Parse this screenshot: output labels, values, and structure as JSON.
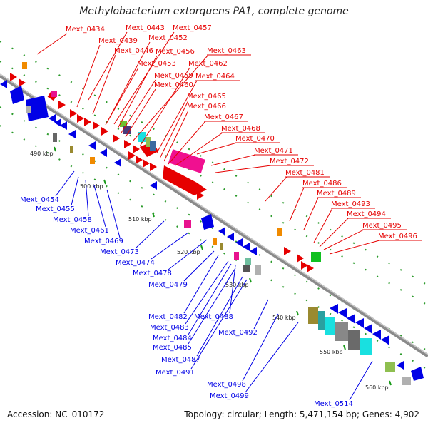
{
  "title": "Methylobacterium extorquens PA1, complete genome",
  "footer": {
    "accession": "Accession: NC_010172",
    "topology": "Topology: circular; Length: 5,471,154 bp; Genes: 4,902"
  },
  "colors": {
    "forward": "#e60000",
    "reverse": "#0000e6",
    "backbone": "#888888",
    "ticks": "#1a9a1a"
  },
  "ticks": [
    "490 kbp",
    "500 kbp",
    "510 kbp",
    "520 kbp",
    "530 kbp",
    "540 kbp",
    "550 kbp",
    "560 kbp"
  ],
  "forward_labels": [
    "Mext_0434",
    "Mext_0443",
    "Mext_0439",
    "Mext_0452",
    "Mext_0457",
    "Mext_0446",
    "Mext_0456",
    "Mext_0463",
    "Mext_0453",
    "Mext_0462",
    "Mext_0459",
    "Mext_0464",
    "Mext_0460",
    "Mext_0465",
    "Mext_0466",
    "Mext_0467",
    "Mext_0468",
    "Mext_0470",
    "Mext_0471",
    "Mext_0472",
    "Mext_0481",
    "Mext_0486",
    "Mext_0489",
    "Mext_0493",
    "Mext_0494",
    "Mext_0495",
    "Mext_0496"
  ],
  "reverse_labels": [
    "Mext_0454",
    "Mext_0455",
    "Mext_0458",
    "Mext_0461",
    "Mext_0469",
    "Mext_0473",
    "Mext_0474",
    "Mext_0478",
    "Mext_0479",
    "Mext_0482",
    "Mext_0488",
    "Mext_0483",
    "Mext_0484",
    "Mext_0485",
    "Mext_0492",
    "Mext_0487",
    "Mext_0491",
    "Mext_0498",
    "Mext_0499",
    "Mext_0514"
  ]
}
